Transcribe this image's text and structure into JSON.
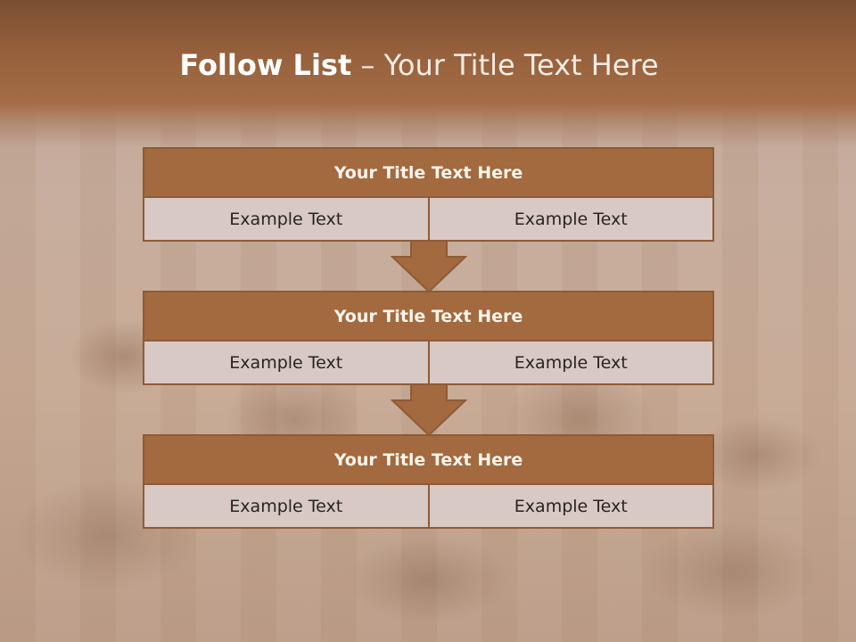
{
  "slide": {
    "title_bold": "Follow List",
    "title_rest": " – Your Title Text Here"
  },
  "blocks": [
    {
      "title": "Your Title Text Here",
      "left": "Example Text",
      "right": "Example Text"
    },
    {
      "title": "Your Title Text Here",
      "left": "Example Text",
      "right": "Example Text"
    },
    {
      "title": "Your Title Text Here",
      "left": "Example Text",
      "right": "Example Text"
    }
  ],
  "colors": {
    "header": "#a3693f",
    "cell": "#d8c9c4",
    "border": "#8e5b37"
  }
}
